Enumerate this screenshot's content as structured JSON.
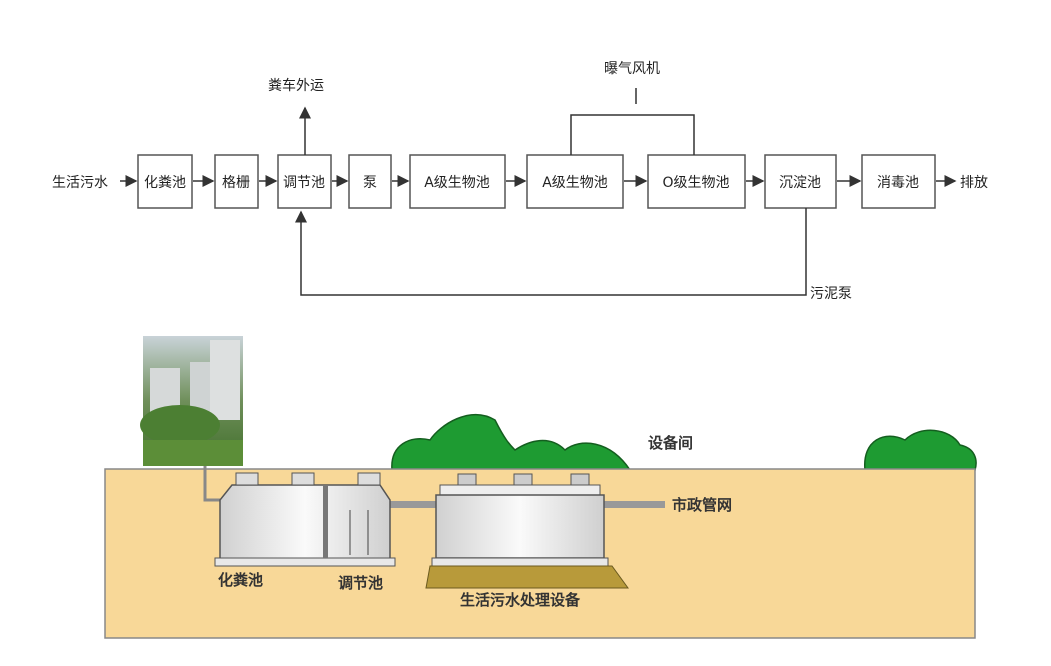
{
  "flow": {
    "input": "生活污水",
    "steps": [
      "化粪池",
      "格栅",
      "调节池",
      "泵",
      "A级生物池",
      "A级生物池",
      "O级生物池",
      "沉淀池",
      "消毒池"
    ],
    "output": "排放",
    "truck_out": "粪车外运",
    "blower": "曝气风机",
    "sludge_pump": "污泥泵"
  },
  "scene": {
    "equipment_room": "设备间",
    "municipal_pipe": "市政管网",
    "septic_tank": "化粪池",
    "regulating_tank": "调节池",
    "treatment_equipment": "生活污水处理设备"
  },
  "colors": {
    "ground": "#f8d898",
    "bush": "#1e9b32",
    "tank": "#e4e4e4"
  }
}
